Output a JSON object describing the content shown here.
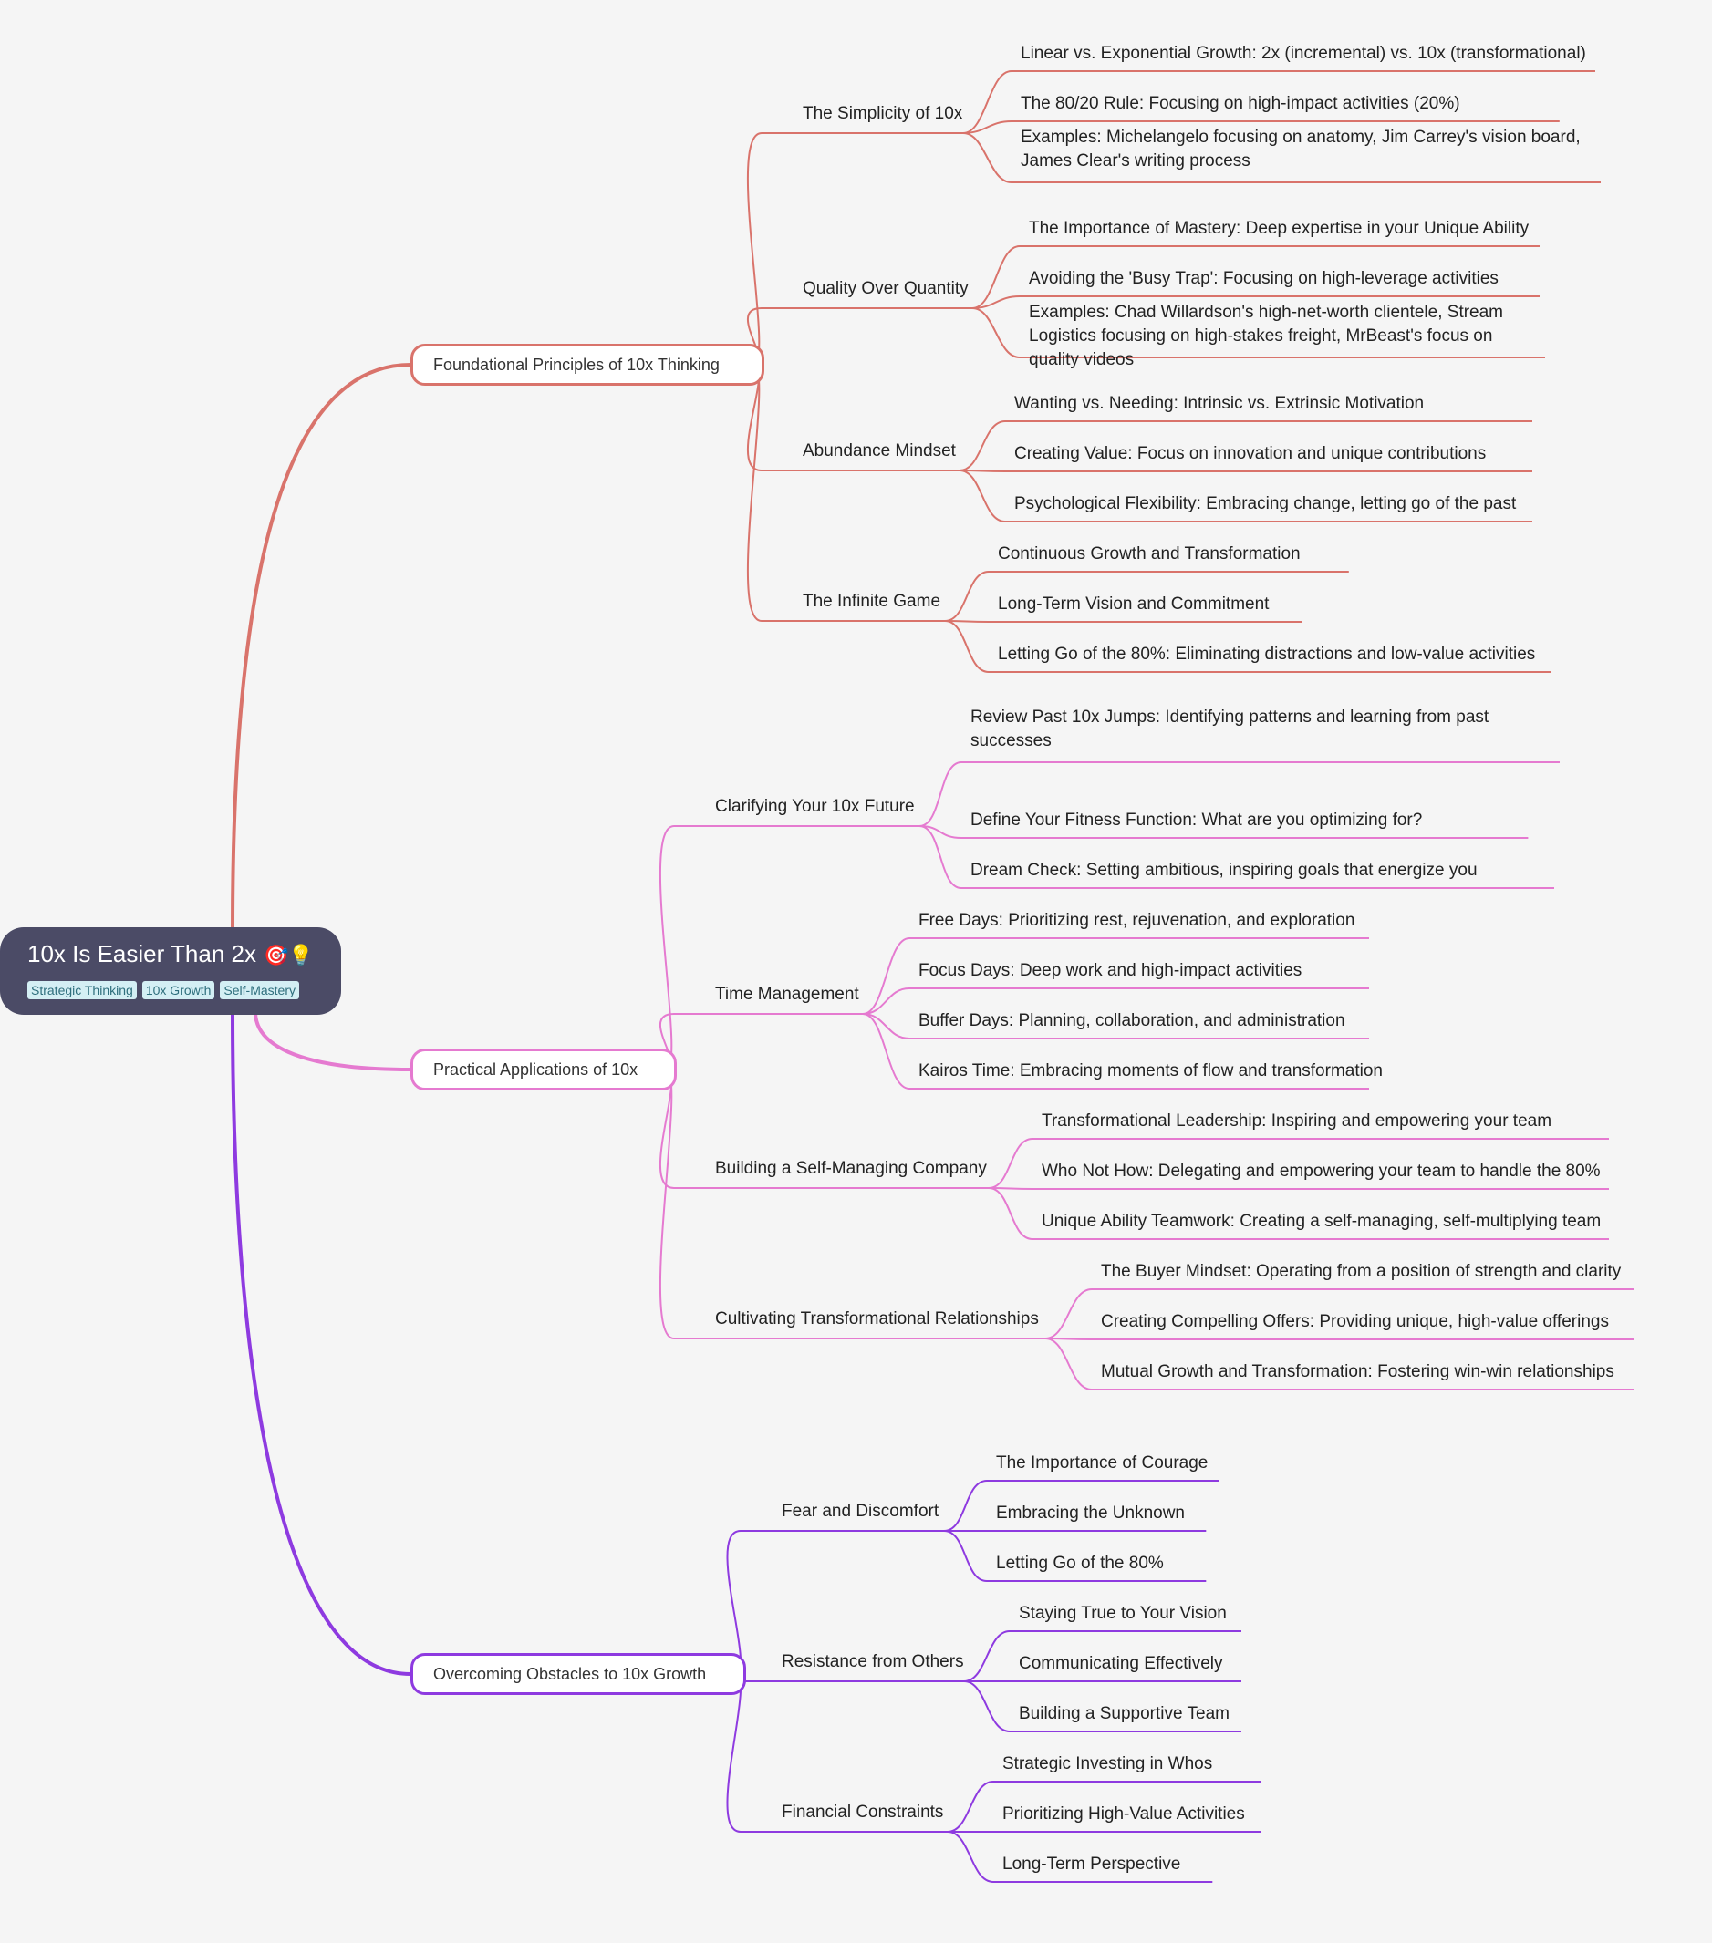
{
  "root": {
    "title": "10x Is Easier Than 2x",
    "emojis": "🎯💡",
    "tags": [
      "Strategic Thinking",
      "10x Growth",
      "Self-Mastery"
    ]
  },
  "colors": {
    "root_bg": "#4b4b66",
    "branch1": "#d9736b",
    "branch2": "#e57ad0",
    "branch3": "#8e3ae0",
    "tag_bg": "#d4eff4",
    "tag_text": "#2f6f7d",
    "background": "#f5f5f5"
  },
  "branches": [
    {
      "label": "Foundational Principles of 10x Thinking",
      "subs": [
        {
          "label": "The Simplicity of 10x",
          "leaves": [
            "Linear vs. Exponential Growth: 2x (incremental) vs. 10x (transformational)",
            "The 80/20 Rule: Focusing on high-impact activities (20%)",
            "Examples:  Michelangelo focusing on anatomy, Jim Carrey's vision board, James Clear's writing process"
          ]
        },
        {
          "label": "Quality Over Quantity",
          "leaves": [
            "The Importance of Mastery: Deep expertise in your Unique Ability",
            "Avoiding the 'Busy Trap': Focusing on high-leverage activities",
            "Examples:  Chad Willardson's high-net-worth clientele, Stream Logistics focusing on high-stakes freight, MrBeast's focus on quality videos"
          ]
        },
        {
          "label": "Abundance Mindset",
          "leaves": [
            "Wanting vs. Needing: Intrinsic vs. Extrinsic Motivation",
            "Creating Value: Focus on innovation and unique contributions",
            "Psychological Flexibility: Embracing change, letting go of the past"
          ]
        },
        {
          "label": "The Infinite Game",
          "leaves": [
            "Continuous Growth and Transformation",
            "Long-Term Vision and Commitment",
            "Letting Go of the 80%: Eliminating distractions and low-value activities"
          ]
        }
      ]
    },
    {
      "label": "Practical Applications of 10x",
      "subs": [
        {
          "label": "Clarifying Your 10x Future",
          "leaves": [
            "Review Past 10x Jumps: Identifying patterns and learning from past successes",
            "Define Your Fitness Function: What are you optimizing for?",
            "Dream Check:  Setting ambitious, inspiring goals that energize you"
          ]
        },
        {
          "label": "Time Management",
          "leaves": [
            "Free Days: Prioritizing rest, rejuvenation, and exploration",
            "Focus Days:  Deep work and high-impact activities",
            "Buffer Days:  Planning, collaboration, and administration",
            "Kairos Time:  Embracing moments of flow and transformation"
          ]
        },
        {
          "label": "Building a Self-Managing Company",
          "leaves": [
            "Transformational Leadership: Inspiring and empowering your team",
            "Who Not How: Delegating and empowering your team to handle the 80%",
            "Unique Ability Teamwork:  Creating a self-managing, self-multiplying team"
          ]
        },
        {
          "label": "Cultivating Transformational Relationships",
          "leaves": [
            "The Buyer Mindset:  Operating from a position of strength and clarity",
            "Creating Compelling Offers:  Providing unique, high-value offerings",
            "Mutual Growth and Transformation:  Fostering win-win relationships"
          ]
        }
      ]
    },
    {
      "label": "Overcoming Obstacles to 10x Growth",
      "subs": [
        {
          "label": "Fear and Discomfort",
          "leaves": [
            "The Importance of Courage",
            "Embracing the Unknown",
            "Letting Go of the 80%"
          ]
        },
        {
          "label": "Resistance from Others",
          "leaves": [
            "Staying True to Your Vision",
            "Communicating Effectively",
            "Building a Supportive Team"
          ]
        },
        {
          "label": "Financial Constraints",
          "leaves": [
            "Strategic Investing in Whos",
            "Prioritizing High-Value Activities",
            "Long-Term Perspective"
          ]
        }
      ]
    }
  ]
}
